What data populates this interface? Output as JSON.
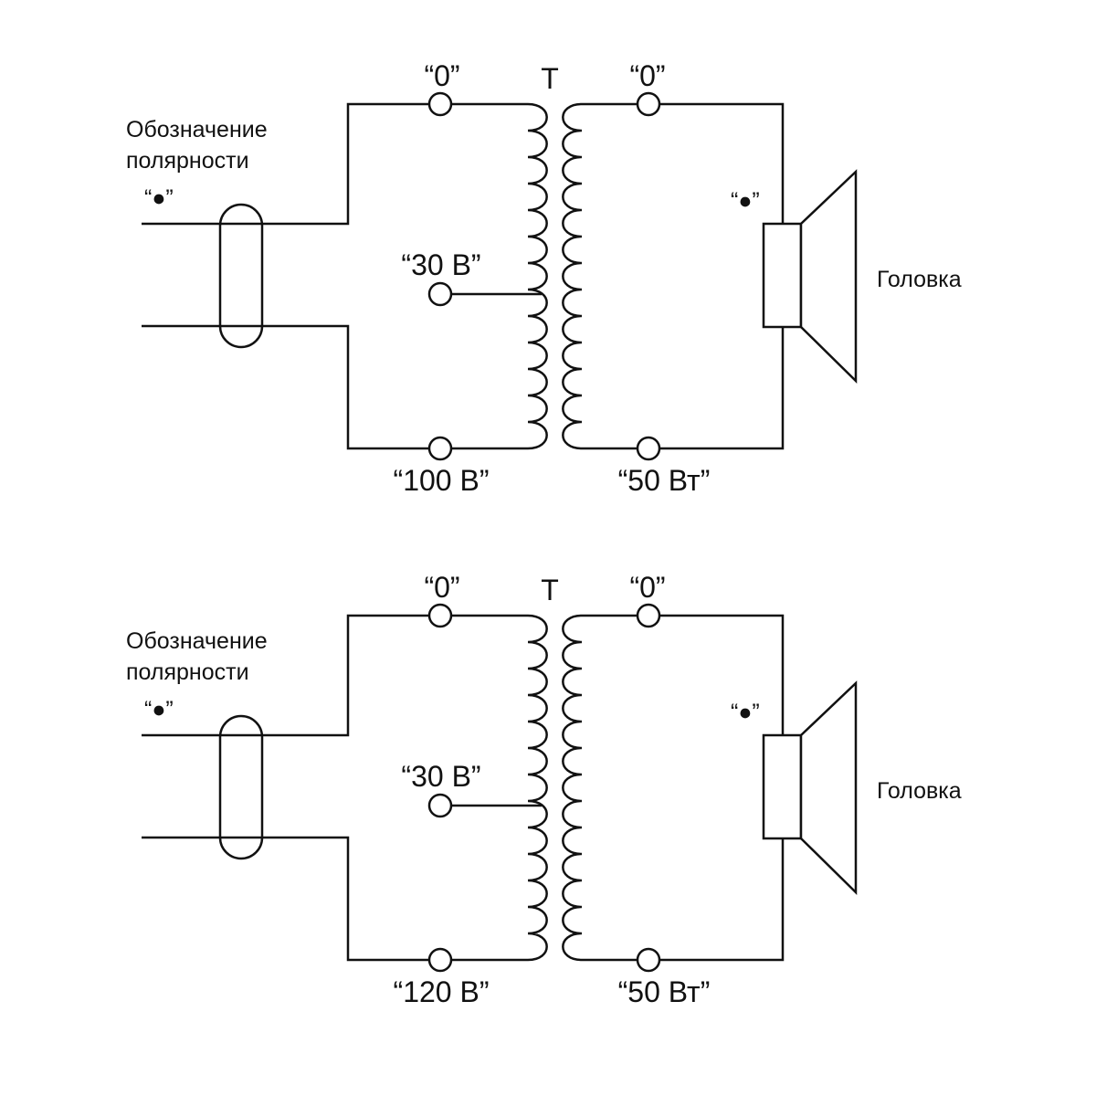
{
  "colors": {
    "ink": "#111111",
    "background": "#ffffff"
  },
  "diagrams": [
    {
      "transformer_label": "T",
      "polarity_label_line1": "Обозначение",
      "polarity_label_line2": "полярности",
      "polarity_mark_input": "“●”",
      "primary_top_terminal": "“0”",
      "primary_tap_terminal": "“30 В”",
      "primary_bottom_terminal": "“100 В”",
      "secondary_top_terminal": "“0”",
      "secondary_bottom_terminal": "“50 Вт”",
      "polarity_mark_speaker": "“●”",
      "speaker_label": "Головка"
    },
    {
      "transformer_label": "T",
      "polarity_label_line1": "Обозначение",
      "polarity_label_line2": "полярности",
      "polarity_mark_input": "“●”",
      "primary_top_terminal": "“0”",
      "primary_tap_terminal": "“30 В”",
      "primary_bottom_terminal": "“120 В”",
      "secondary_top_terminal": "“0”",
      "secondary_bottom_terminal": "“50 Вт”",
      "polarity_mark_speaker": "“●”",
      "speaker_label": "Головка"
    }
  ]
}
